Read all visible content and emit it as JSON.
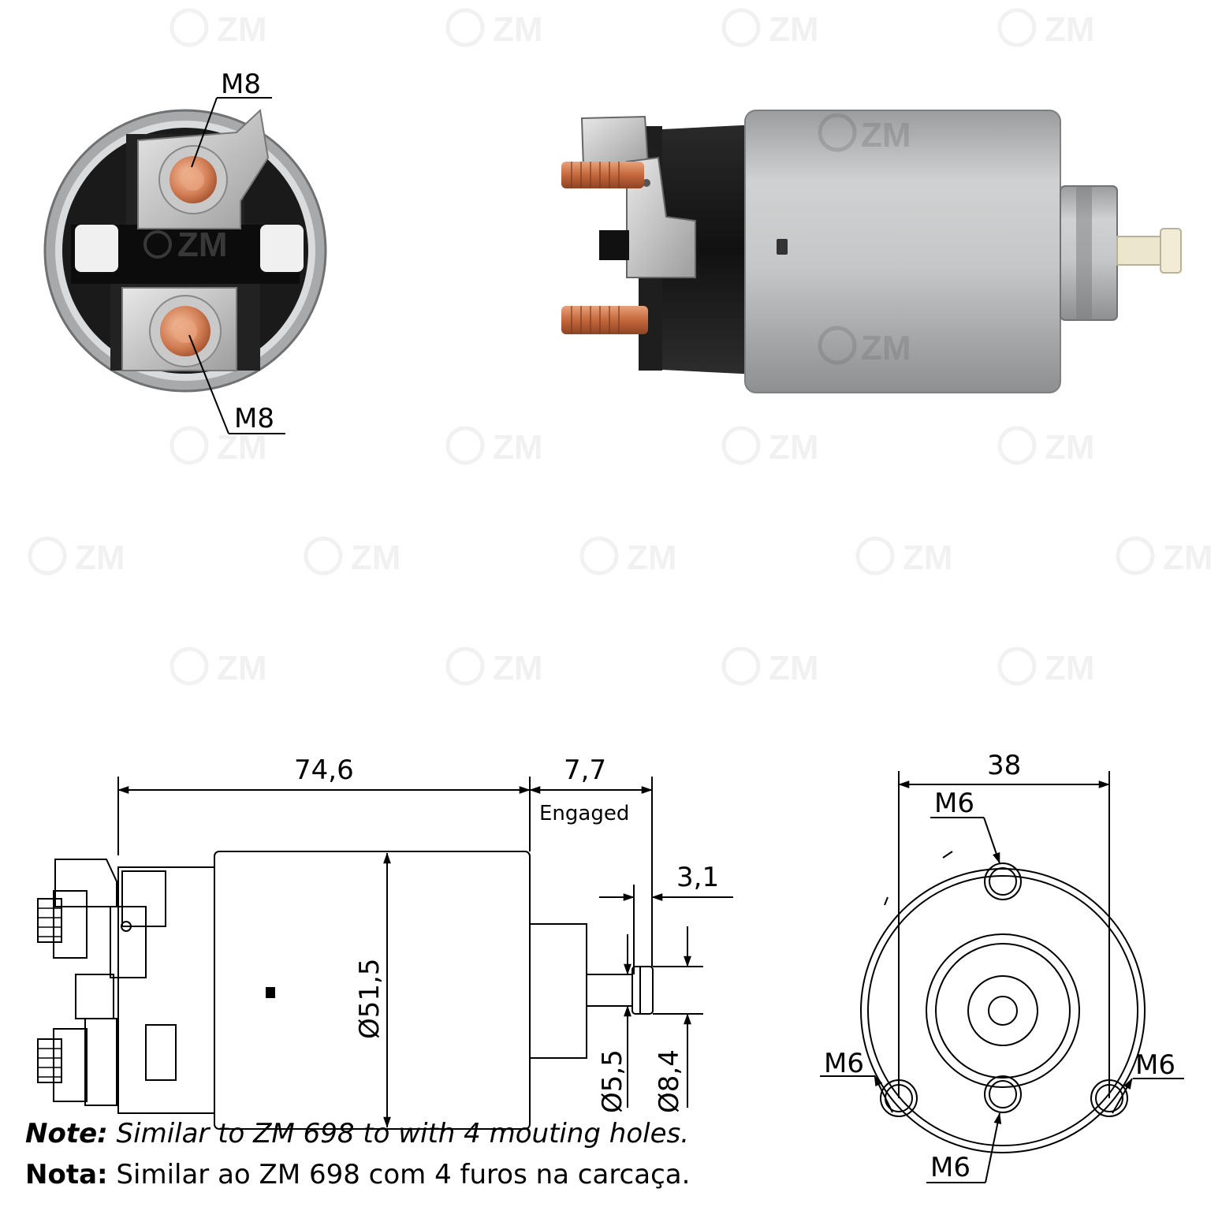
{
  "brand": {
    "watermark": "ZM",
    "accent_color": "#c8c8c8"
  },
  "front_view": {
    "terminal_top_label": "M8",
    "terminal_bottom_label": "M8"
  },
  "drawing": {
    "length_label": "74,6",
    "travel_label": "7,7",
    "travel_state": "Engaged",
    "plunger_step_label": "3,1",
    "body_diameter_label": "Ø51,5",
    "pin_diameter_label": "Ø5,5",
    "tip_diameter_label": "Ø8,4"
  },
  "end_view": {
    "hole_spacing_label": "38",
    "hole_labels": [
      "M6",
      "M6",
      "M6",
      "M6"
    ]
  },
  "notes": {
    "en_prefix": "Note:",
    "en_text": " Similar to ZM 698 to with 4 mouting holes.",
    "pt_prefix": "Nota:",
    "pt_text": " Similar ao ZM 698 com 4 furos na carcaça."
  }
}
